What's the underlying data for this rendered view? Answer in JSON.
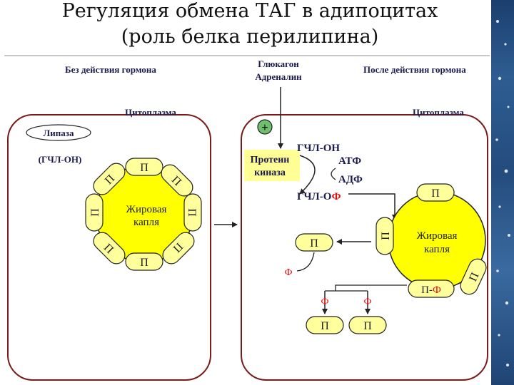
{
  "title": {
    "line1": "Регуляция обмена ТАГ в адипоцитах",
    "line2": "(роль белка перилипина)"
  },
  "left_panel": {
    "heading": "Без действия гормона",
    "cytoplasm": "Цитоплазма",
    "lipase": "Липаза",
    "enzyme": "(ГЧЛ-ОН)",
    "droplet_line1": "Жировая",
    "droplet_line2": "капля",
    "protein_label": "П"
  },
  "hormones": {
    "line1": "Глюкагон",
    "line2": "Адреналин"
  },
  "right_panel": {
    "heading": "После действия гормона",
    "cytoplasm": "Цитоплазма",
    "plus_sign": "+",
    "kinase_line1": "Протеин",
    "kinase_line2": "киназа",
    "enzyme_in": "ГЧЛ-ОН",
    "atp": "АТФ",
    "adp": "АДФ",
    "enzyme_out_base": "ГЧЛ-О",
    "enzyme_out_phos": "Ф",
    "droplet_line1": "Жировая",
    "droplet_line2": "капля",
    "protein_label": "П",
    "phosphate": "Ф",
    "p_base": "П-",
    "p_phos": "Ф"
  },
  "colors": {
    "cell_border": "#7a1a1a",
    "droplet_fill": "#ffff00",
    "protein_fill": "#ffff9c",
    "phosphate_red": "#e01010",
    "kinase_fill": "#ffff96",
    "plus_fill": "#6fbf6f"
  }
}
